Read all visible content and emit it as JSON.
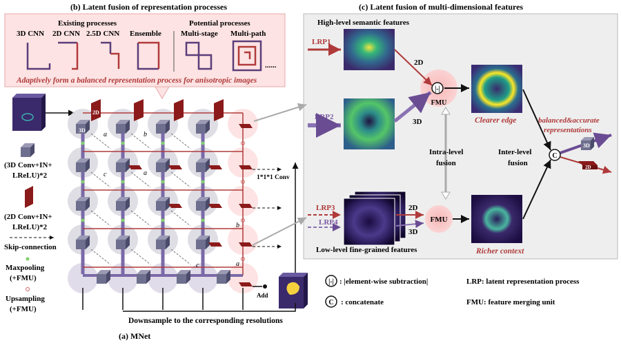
{
  "panel_b": {
    "title": "(b) Latent fusion of representation processes",
    "existing_header": "Existing processes",
    "potential_header": "Potential processes",
    "labels": [
      "3D CNN",
      "2D CNN",
      "2.5D CNN",
      "Ensemble",
      "Multi-stage",
      "Multi-path"
    ],
    "ellipsis": "......",
    "caption": "Adaptively form a balanced representation process for anisotropic images"
  },
  "panel_c": {
    "title": "(c) Latent fusion of multi-dimensional features",
    "high_level": "High-level semantic features",
    "low_level": "Low-level fine-grained features",
    "lrp1": "LRP1",
    "lrp2": "LRP2",
    "lrp3": "LRP3",
    "lrp4": "LRP4",
    "d2_top": "2D",
    "d3_top": "3D",
    "d2_bottom": "2D",
    "d3_bottom": "3D",
    "fmu_top": "FMU",
    "fmu_bottom": "FMU",
    "intra": "Intra-level\nfusion",
    "inter": "Inter-level\nfusion",
    "clearer_edge": "Clearer edge",
    "richer_context": "Richer context",
    "balanced": "balanced&accurate\nrepresentations",
    "out3d": "3D",
    "out2d": "2D"
  },
  "legend": {
    "sub_desc": ": |element-wise subtraction|",
    "concat_desc": ": concatenate",
    "lrp_desc": "LRP:  latent representation process",
    "fmu_desc": "FMU: feature merging unit"
  },
  "panel_a": {
    "title": "(a) MNet",
    "conv3d": "(3D Conv+IN+\nLReLU)*2",
    "conv2d": "(2D Conv+IN+\nLReLU)*2",
    "skip": "Skip-connection",
    "maxpool": "Maxpooling\n(+FMU)",
    "upsample": "Upsampling\n(+FMU)",
    "conv111": "1*1*1 Conv",
    "add": "Add",
    "downsample": "Downsample to the corresponding resolutions",
    "tag2d": "2D",
    "tag3d": "3D",
    "letters": [
      "a",
      "b",
      "c",
      "a",
      "b",
      "c",
      "a"
    ]
  },
  "colors": {
    "purple": "#5a3d7a",
    "maroon": "#8b1a1a",
    "red_text": "#b03a3a",
    "pink_box": "#fde3e3",
    "grey_panel": "#eeeeee"
  }
}
